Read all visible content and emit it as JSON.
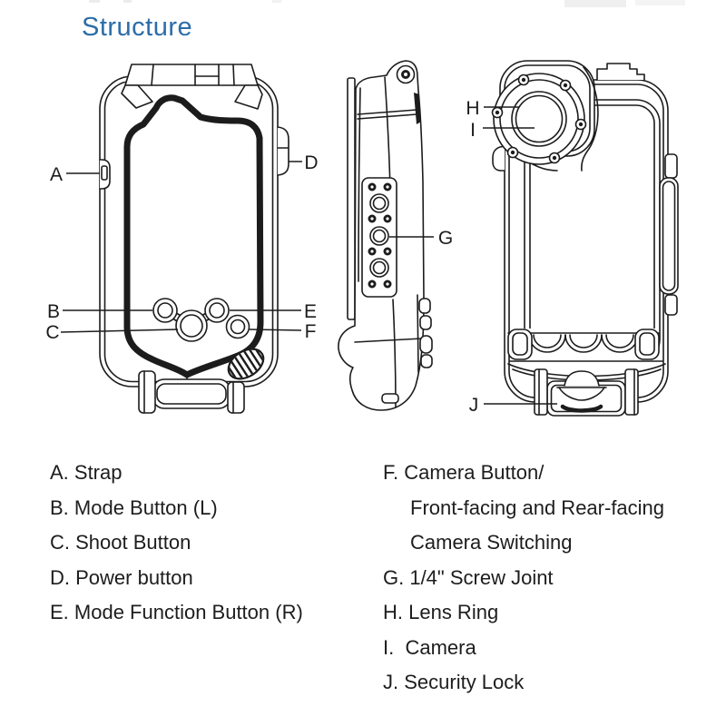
{
  "header": {
    "title": "Structure",
    "title_color": "#2b6da8"
  },
  "diagram": {
    "line_color": "#1c1c1c",
    "labels": {
      "a": "A",
      "b": "B",
      "c": "C",
      "d": "D",
      "e": "E",
      "f": "F",
      "g": "G",
      "h": "H",
      "i": "I",
      "j": "J"
    }
  },
  "legend": {
    "left": [
      "A. Strap",
      "B. Mode Button (L)",
      "C. Shoot Button",
      "D. Power button",
      "E. Mode Function Button (R)"
    ],
    "right": [
      {
        "text": "F. Camera Button/",
        "indent": false
      },
      {
        "text": "Front-facing and Rear-facing",
        "indent": true
      },
      {
        "text": "Camera Switching",
        "indent": true
      },
      {
        "text": "G. 1/4\" Screw Joint",
        "indent": false
      },
      {
        "text": "H. Lens Ring",
        "indent": false
      },
      {
        "text": "I.  Camera",
        "indent": false
      },
      {
        "text": "J. Security Lock",
        "indent": false
      }
    ]
  }
}
